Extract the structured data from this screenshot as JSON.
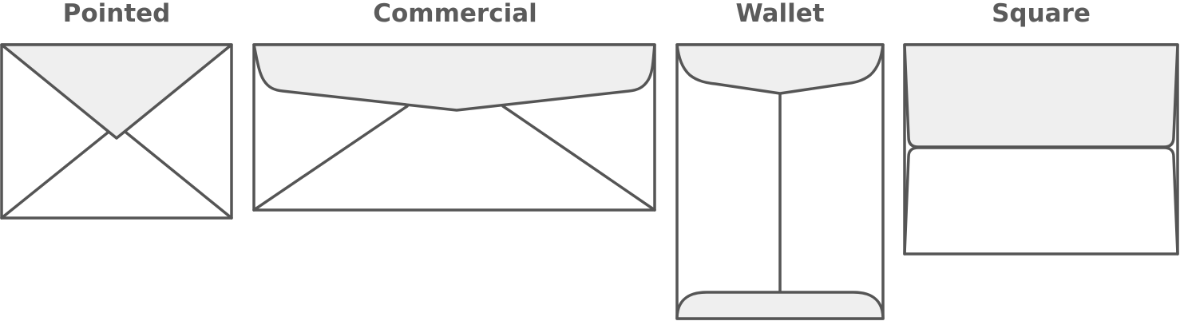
{
  "envelopes": [
    {
      "label": "Pointed"
    },
    {
      "label": "Commercial"
    },
    {
      "label": "Wallet"
    },
    {
      "label": "Square"
    }
  ],
  "colors": {
    "stroke": "#555555",
    "flap_fill": "#efefef",
    "body_fill": "#ffffff",
    "label_text": "#5b5b5b"
  }
}
